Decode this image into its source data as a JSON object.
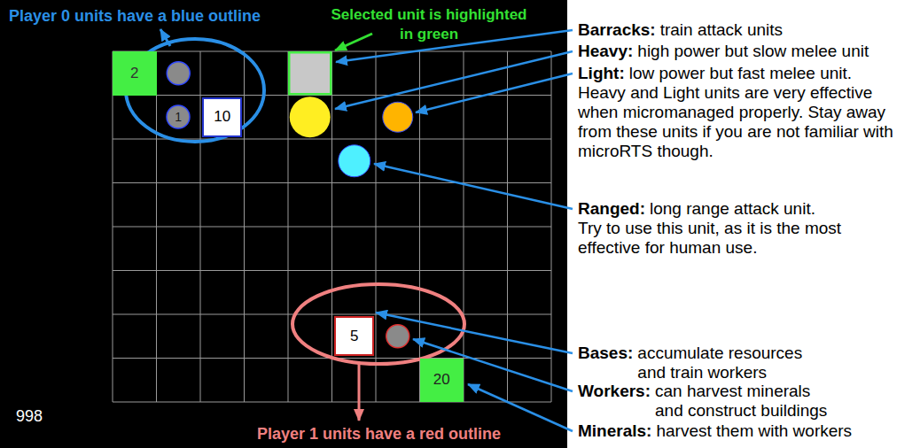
{
  "diagram": {
    "nodes": [
      {
        "text": [
          "2"
        ]
      },
      {
        "text": [
          "1"
        ]
      },
      {
        "text": [
          "10"
        ]
      },
      {
        "text": [
          "5"
        ]
      },
      {
        "text": [
          "20"
        ]
      }
    ],
    "labels": [
      "Player 0 units have a blue outline",
      "Selected unit is highlighted in green",
      "Barracks:",
      "train attack units",
      "Heavy:",
      "high power but slow melee unit",
      "Light:",
      "low power but fast melee unit.",
      "Heavy and Light units are very effective when micromanaged properly. Stay away from these units if you are not familiar with microRTS though.",
      "Ranged:",
      "long range attack unit.",
      "Try to use this unit, as it is the most effective for human use.",
      "Bases:",
      "accumulate resources and train workers",
      "Workers:",
      "can harvest minerals and construct buildings",
      "Minerals:",
      "harvest them with workers",
      "998",
      "Player 1 units have a red outline"
    ]
  }
}
